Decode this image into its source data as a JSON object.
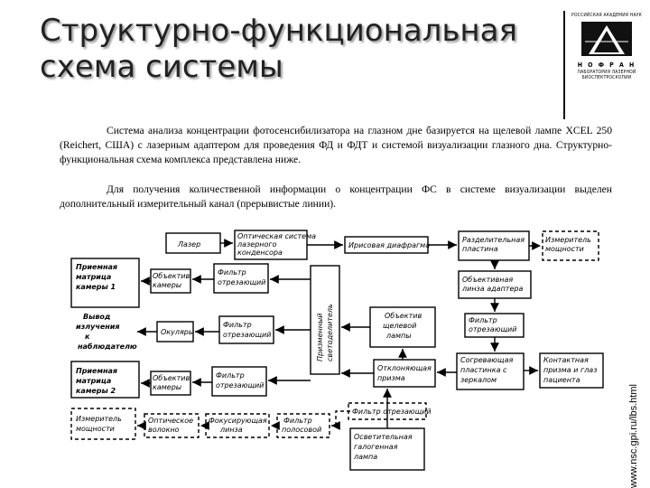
{
  "title": {
    "line1": "Структурно-функциональная",
    "line2": "схема системы"
  },
  "logo": {
    "top_text": "РОССИЙСКАЯ АКАДЕМИЯ НАУК",
    "name": "Н О Ф Р А Н",
    "sub1": "ЛАБОРАТОРИЯ ЛАЗЕРНОЙ",
    "sub2": "БИОСПЕКТРОСКОПИИ"
  },
  "paragraphs": {
    "p1": "Система анализа концентрации фотосенсибилизатора на глазном дне базируется на щелевой лампе XCEL 250 (Reichert, США) с лазерным адаптером для проведения ФД и ФДТ и системой визуализации глазного дна. Структурно-функциональная схема комплекса представлена ниже.",
    "p2": "Для получения количественной информации о концентрации ФС в системе визуализации выделен дополнительный измерительный канал (прерывистые линии)."
  },
  "side_url": "www.nsc.gpi.ru/lbs.html",
  "blocks": {
    "laser": "Лазер",
    "optical_system": [
      "Оптическая система",
      "лазерного",
      "конденсора"
    ],
    "iris": "Ирисовая диафрагма",
    "splitter": [
      "Разделительная",
      "пластина"
    ],
    "power_meter_top": [
      "Измеритель",
      "мощности"
    ],
    "matrix1": [
      "Приемная",
      "матрица",
      "камеры 1"
    ],
    "objective1": [
      "Объектив",
      "камеры"
    ],
    "filter1": [
      "Фильтр",
      "отрезающий"
    ],
    "adapter_lens": [
      "Объективная",
      "линза адаптера"
    ],
    "beam_splitter": [
      "Призменный",
      "светоделитель"
    ],
    "output": [
      "Вывод",
      "излучения",
      "к",
      "наблюдателю"
    ],
    "eyepieces": "Окуляры",
    "filter2": [
      "Фильтр",
      "отрезающий"
    ],
    "slit_objective": [
      "Объектив",
      "щелевой",
      "лампы"
    ],
    "filter3": [
      "Фильтр",
      "отрезающий"
    ],
    "matrix2": [
      "Приемная",
      "матрица",
      "камеры 2"
    ],
    "objective2": [
      "Объектив",
      "камеры"
    ],
    "filter4": [
      "Фильтр",
      "отрезающий"
    ],
    "deflecting_prism": [
      "Отклоняющая",
      "призма"
    ],
    "mirror_plate": [
      "Согревающая",
      "пластинка с",
      "зеркалом"
    ],
    "contact_prism": [
      "Контактная",
      "призма и глаз",
      "пациента"
    ],
    "power_meter_bottom": [
      "Измеритель",
      "мощности"
    ],
    "optical_fiber": [
      "Оптическое",
      "волокно"
    ],
    "focusing_lens": [
      "Фокусирующая",
      "линза"
    ],
    "bandpass_filter": [
      "Фильтр",
      "полосовой"
    ],
    "filter5": "Фильтр отрезающий",
    "halogen_lamp": [
      "Осветительная",
      "галогенная",
      "лампа"
    ]
  }
}
